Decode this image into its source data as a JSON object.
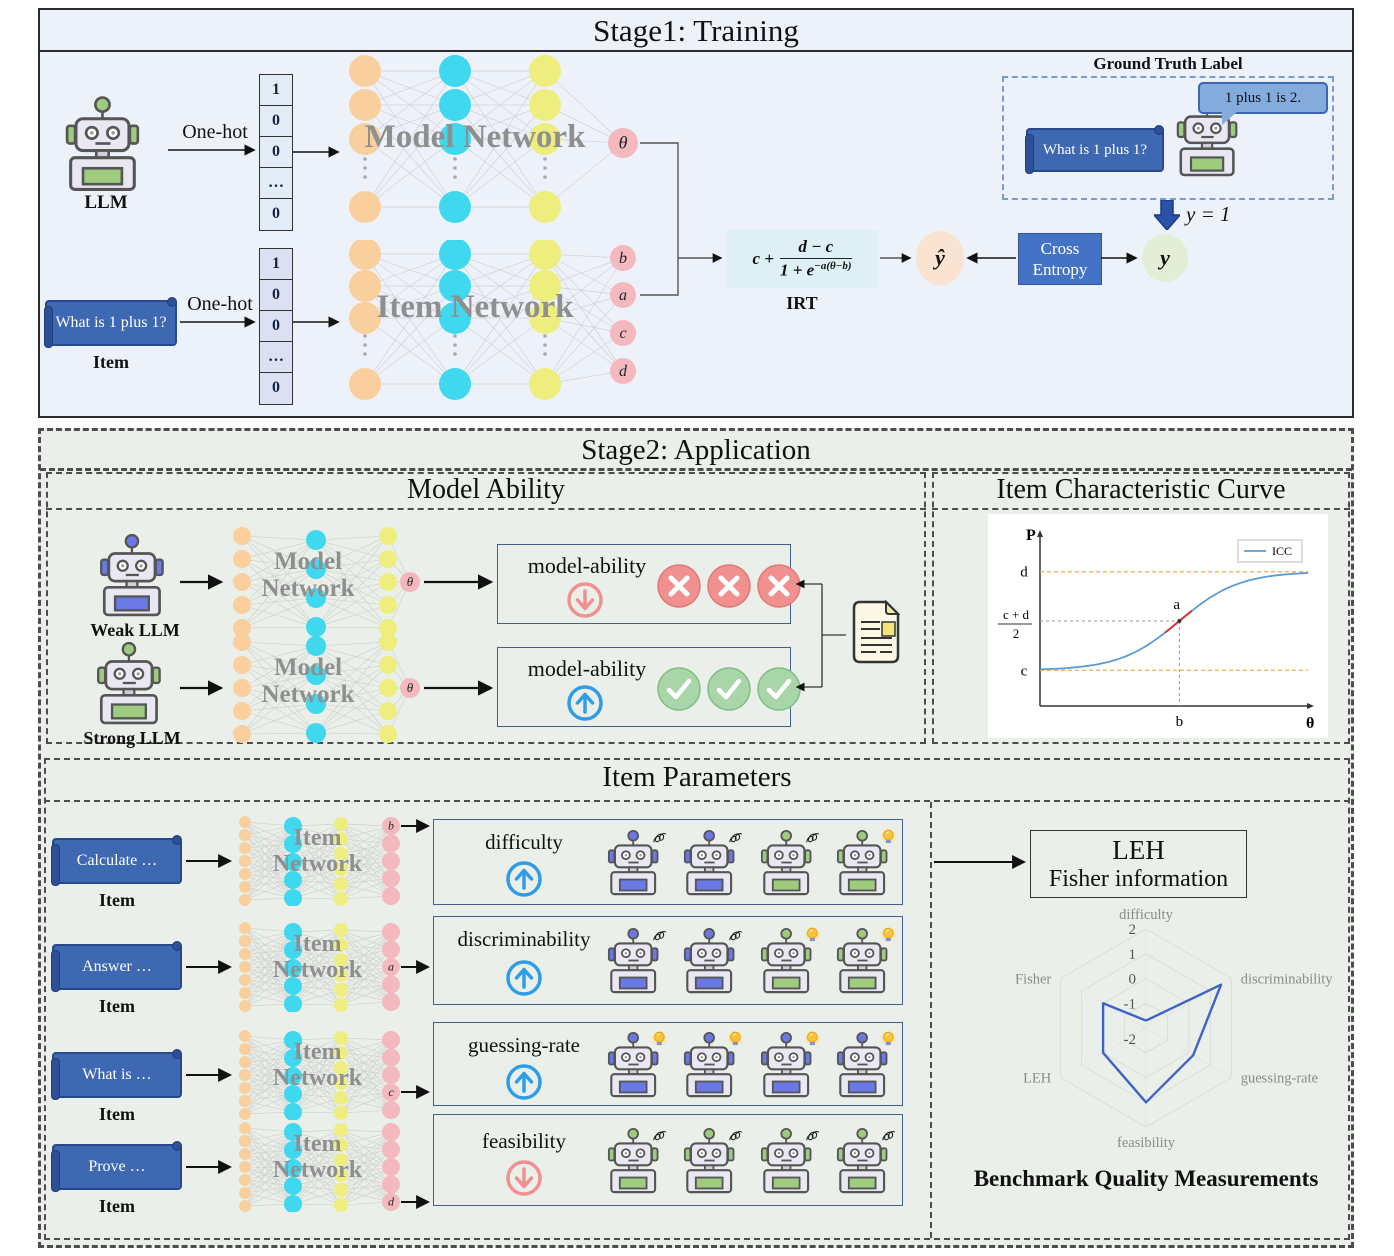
{
  "colors": {
    "stage1_bg": "#edf2fa",
    "stage2_bg": "#eaf0e9",
    "node_orange": "#f9cf9e",
    "node_cyan": "#40d8ee",
    "node_yellow": "#eeee7f",
    "node_pink": "#f3b9be",
    "scroll_blue": "#3e68b2",
    "box_blue": "#4472c4",
    "up_blue": "#2f9ce8",
    "down_red": "#f09090",
    "x_red": "#f0908f",
    "check_green": "#a9d6a9",
    "robot_blue": "#6b79e6",
    "robot_green": "#9ecb7e",
    "radar_line": "#3d64c4",
    "icc_line": "#5b9bd5",
    "icc_red": "#e03030",
    "icc_orange": "#f5a94a"
  },
  "stage1": {
    "title": "Stage1: Training",
    "llm_label": "LLM",
    "onehot_top": "One-hot",
    "onehot_bottom": "One-hot",
    "vector_top": [
      "1",
      "0",
      "0",
      "…",
      "0"
    ],
    "vector_bottom": [
      "1",
      "0",
      "0",
      "…",
      "0"
    ],
    "model_network_label": "Model Network",
    "item_network_label": "Item Network",
    "theta": "θ",
    "outputs": [
      "b",
      "a",
      "c",
      "d"
    ],
    "item_scroll": "What is 1 plus 1?",
    "item_caption": "Item",
    "irt": {
      "prefix": "c +",
      "num": "d − c",
      "den_base": "1 + e",
      "den_exp": "−a(θ−b)",
      "caption": "IRT"
    },
    "yhat": "ŷ",
    "cross_entropy": [
      "Cross",
      "Entropy"
    ],
    "y": "y",
    "ground_truth": {
      "title": "Ground Truth Label",
      "bubble": "1 plus 1 is 2.",
      "scroll": "What is 1 plus 1?",
      "y_equation": "y = 1"
    }
  },
  "stage2": {
    "title": "Stage2: Application",
    "model_ability": {
      "title": "Model Ability",
      "weak_label": "Weak LLM",
      "strong_label": "Strong LLM",
      "net_label": [
        "Model",
        "Network"
      ],
      "theta": "θ",
      "ability_label": "model-ability",
      "weak": {
        "trend": "down",
        "marks": [
          "x",
          "x",
          "x"
        ]
      },
      "strong": {
        "trend": "up",
        "marks": [
          "check",
          "check",
          "check"
        ]
      }
    },
    "icc_panel": {
      "title": "Item Characteristic Curve"
    },
    "item_parameters": {
      "title": "Item Parameters",
      "net_label": [
        "Item",
        "Network"
      ],
      "rows": [
        {
          "scroll": "Calculate …",
          "caption": "Item",
          "output": "b",
          "param": "difficulty",
          "trend": "up",
          "robots": [
            [
              "blue",
              "squiggle"
            ],
            [
              "blue",
              "squiggle"
            ],
            [
              "green",
              "squiggle"
            ],
            [
              "green",
              "bulb"
            ]
          ]
        },
        {
          "scroll": "Answer …",
          "caption": "Item",
          "output": "a",
          "param": "discriminability",
          "trend": "up",
          "robots": [
            [
              "blue",
              "squiggle"
            ],
            [
              "blue",
              "squiggle"
            ],
            [
              "green",
              "bulb"
            ],
            [
              "green",
              "bulb"
            ]
          ]
        },
        {
          "scroll": "What is …",
          "caption": "Item",
          "output": "c",
          "param": "guessing-rate",
          "trend": "up",
          "robots": [
            [
              "blue",
              "bulb"
            ],
            [
              "blue",
              "bulb"
            ],
            [
              "blue",
              "bulb"
            ],
            [
              "blue",
              "bulb"
            ]
          ]
        },
        {
          "scroll": "Prove …",
          "caption": "Item",
          "output": "d",
          "param": "feasibility",
          "trend": "down",
          "robots": [
            [
              "green",
              "squiggle"
            ],
            [
              "green",
              "squiggle"
            ],
            [
              "green",
              "squiggle"
            ],
            [
              "green",
              "squiggle"
            ]
          ]
        }
      ],
      "leh_box": [
        "LEH",
        "Fisher information"
      ],
      "radar_title": "Benchmark Quality Measurements"
    }
  },
  "chart_data": [
    {
      "type": "line",
      "name": "item-characteristic-curve",
      "title": "Item Characteristic Curve",
      "xlabel": "θ",
      "ylabel": "P",
      "legend": [
        "ICC"
      ],
      "curve": "P(θ) = c + (d − c) / (1 + e^(−a(θ−b)))",
      "annotations": {
        "upper_asymptote": "d",
        "mid_num": "c + d",
        "mid_den": "2",
        "lower_asymptote": "c",
        "slope_point": "a",
        "difficulty": "b"
      },
      "asymptote_levels": {
        "c": 0.18,
        "d": 0.82,
        "mid": 0.5
      },
      "b_position": 0.52,
      "grid": false,
      "legend_position": "upper right"
    },
    {
      "type": "radar",
      "name": "benchmark-quality",
      "title": "Benchmark Quality Measurements",
      "categories": [
        "difficulty",
        "discriminability",
        "guessing-rate",
        "feasibility",
        "LEH",
        "Fisher"
      ],
      "values": [
        -1.7,
        1.5,
        0.2,
        1.0,
        0.0,
        0.0
      ],
      "ticks": [
        "2",
        "1",
        "0",
        "-1",
        "-2"
      ],
      "range": [
        -2,
        2
      ],
      "grid": true,
      "legend_position": "none"
    }
  ]
}
